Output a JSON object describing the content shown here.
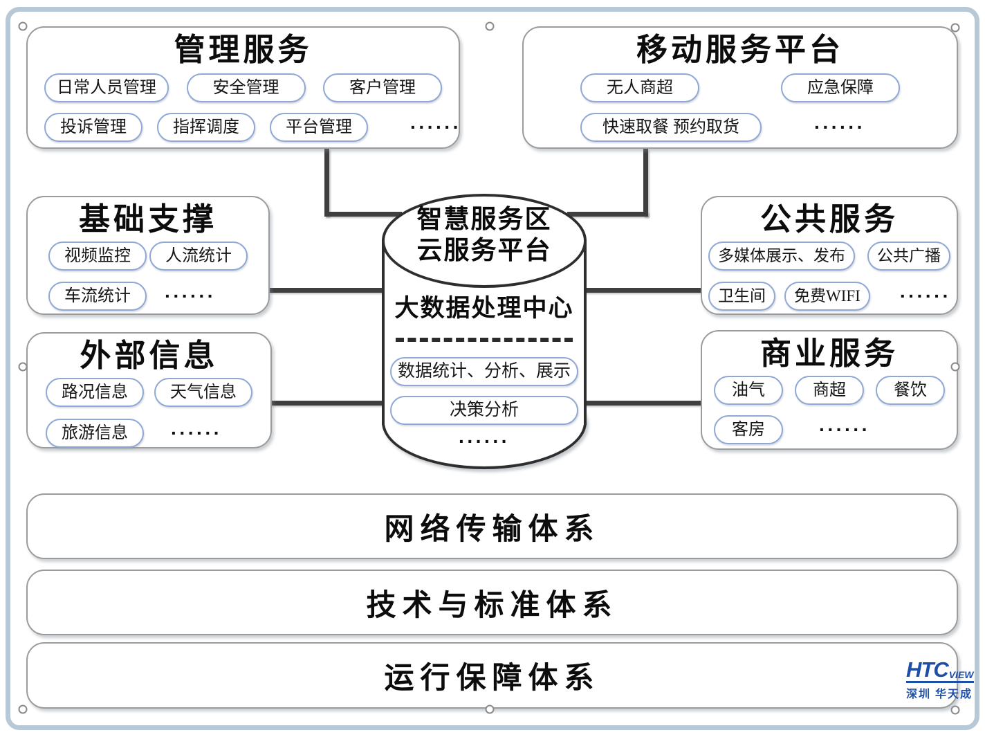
{
  "boxes": {
    "management": {
      "title": "管理服务",
      "row1": [
        "日常人员管理",
        "安全管理",
        "客户管理"
      ],
      "row2": [
        "投诉管理",
        "指挥调度",
        "平台管理"
      ]
    },
    "mobile": {
      "title": "移动服务平台",
      "row1": [
        "无人商超",
        "应急保障"
      ],
      "row2": [
        "快速取餐 预约取货"
      ]
    },
    "basic": {
      "title": "基础支撑",
      "row1": [
        "视频监控",
        "人流统计"
      ],
      "row2": [
        "车流统计"
      ]
    },
    "public": {
      "title": "公共服务",
      "row1": [
        "多媒体展示、发布",
        "公共广播"
      ],
      "row2": [
        "卫生间",
        "免费WIFI"
      ]
    },
    "external": {
      "title": "外部信息",
      "row1": [
        "路况信息",
        "天气信息"
      ],
      "row2": [
        "旅游信息"
      ]
    },
    "business": {
      "title": "商业服务",
      "row1": [
        "油气",
        "商超",
        "餐饮"
      ],
      "row2": [
        "客房"
      ]
    }
  },
  "center": {
    "title_line1": "智慧服务区",
    "title_line2": "云服务平台",
    "subtitle": "大数据处理中心",
    "pill1": "数据统计、分析、展示",
    "pill2": "决策分析"
  },
  "bars": {
    "bar1": "网络传输体系",
    "bar2": "技术与标准体系",
    "bar3": "运行保障体系"
  },
  "dots": "······",
  "logo": {
    "brand": "HTC",
    "brand_small": "VIEW",
    "subtitle": "深圳 华天成"
  },
  "colors": {
    "pill_border": "#8fa8d4",
    "box_border": "#9b9b9b",
    "connector": "#3f3f3f",
    "frame_border": "#b7c9d6",
    "logo_blue": "#1e4fa8"
  }
}
